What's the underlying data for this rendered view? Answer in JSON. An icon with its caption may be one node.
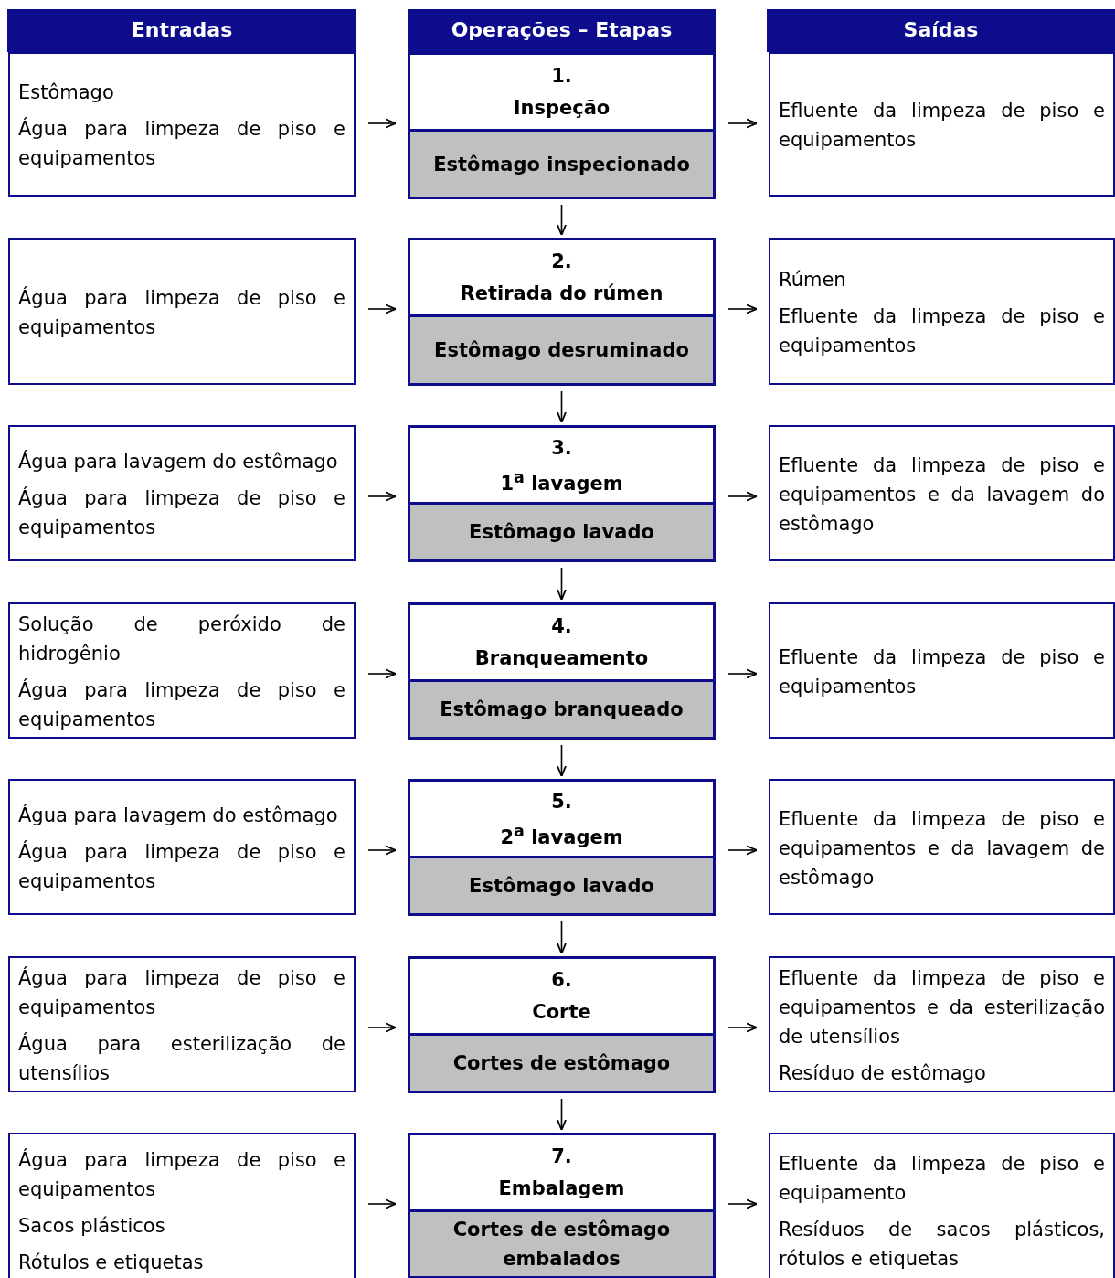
{
  "diagram": {
    "nodes": [
      {
        "text": [
          "Entradas"
        ]
      },
      {
        "text": [
          "Operações – Etapas"
        ]
      },
      {
        "text": [
          "Saídas"
        ]
      },
      {
        "text": [
          "Estômago",
          "Água para limpeza de piso e equipamentos"
        ]
      },
      {
        "text": [
          "1.",
          "Inspeção"
        ]
      },
      {
        "text": [
          "Estômago inspecionado"
        ]
      },
      {
        "text": [
          "Efluente da limpeza de piso e equipamentos"
        ]
      },
      {
        "text": [
          "Água para limpeza de piso e equipamentos"
        ]
      },
      {
        "text": [
          "2.",
          "Retirada do rúmen"
        ]
      },
      {
        "text": [
          "Estômago desruminado"
        ]
      },
      {
        "text": [
          "Rúmen",
          "Efluente da limpeza de piso e equipamentos"
        ]
      },
      {
        "text": [
          "Água para lavagem do estômago",
          "Água para limpeza de piso e equipamentos"
        ]
      },
      {
        "text": [
          "3.",
          "1$^{a}$ lavagem"
        ]
      },
      {
        "text": [
          "Estômago lavado"
        ]
      },
      {
        "text": [
          "Efluente da limpeza de piso e equipamentos e da lavagem do estômago"
        ]
      },
      {
        "text": [
          "Solução de peróxido de hidrogênio",
          "Água para limpeza de piso e equipamentos"
        ]
      },
      {
        "text": [
          "4.",
          "Branqueamento"
        ]
      },
      {
        "text": [
          "Estômago branqueado"
        ]
      },
      {
        "text": [
          "Efluente da limpeza de piso e equipamentos"
        ]
      },
      {
        "text": [
          "Água para lavagem do estômago",
          "Água para limpeza de piso e equipamentos"
        ]
      },
      {
        "text": [
          "5.",
          "2$^{a}$ lavagem"
        ]
      },
      {
        "text": [
          "Estômago lavado"
        ]
      },
      {
        "text": [
          "Efluente da limpeza de piso e equipamentos e da lavagem de estômago"
        ]
      },
      {
        "text": [
          "Água para limpeza de piso e equipamentos",
          "Água para esterilização de utensílios"
        ]
      },
      {
        "text": [
          "6.",
          "Corte"
        ]
      },
      {
        "text": [
          "Cortes de estômago"
        ]
      },
      {
        "text": [
          "Efluente da limpeza de piso e equipamentos e da esterilização de utensílios",
          "Resíduo de estômago"
        ]
      },
      {
        "text": [
          "Água para limpeza de piso e equipamentos",
          "Sacos plásticos",
          "Rótulos e etiquetas"
        ]
      },
      {
        "text": [
          "7.",
          "Embalagem"
        ]
      },
      {
        "text": [
          "Cortes de estômago embalados"
        ]
      },
      {
        "text": [
          "Efluente da limpeza de piso e equipamento",
          "Resíduos de sacos plásticos, rótulos e etiquetas"
        ]
      }
    ],
    "edges": [
      {
        "from": 3,
        "to": 4,
        "arrow": "to"
      },
      {
        "from": 4,
        "to": 6,
        "arrow": "to"
      },
      {
        "from": 5,
        "to": 8,
        "arrow": "to"
      },
      {
        "from": 7,
        "to": 8,
        "arrow": "to"
      },
      {
        "from": 8,
        "to": 10,
        "arrow": "to"
      },
      {
        "from": 9,
        "to": 12,
        "arrow": "to"
      },
      {
        "from": 11,
        "to": 12,
        "arrow": "to"
      },
      {
        "from": 12,
        "to": 14,
        "arrow": "to"
      },
      {
        "from": 13,
        "to": 16,
        "arrow": "to"
      },
      {
        "from": 15,
        "to": 16,
        "arrow": "to"
      },
      {
        "from": 16,
        "to": 18,
        "arrow": "to"
      },
      {
        "from": 17,
        "to": 20,
        "arrow": "to"
      },
      {
        "from": 19,
        "to": 20,
        "arrow": "to"
      },
      {
        "from": 20,
        "to": 22,
        "arrow": "to"
      },
      {
        "from": 21,
        "to": 24,
        "arrow": "to"
      },
      {
        "from": 23,
        "to": 24,
        "arrow": "to"
      },
      {
        "from": 24,
        "to": 26,
        "arrow": "to"
      },
      {
        "from": 25,
        "to": 28,
        "arrow": "to"
      },
      {
        "from": 27,
        "to": 28,
        "arrow": "to"
      },
      {
        "from": 28,
        "to": 30,
        "arrow": "to"
      }
    ]
  }
}
